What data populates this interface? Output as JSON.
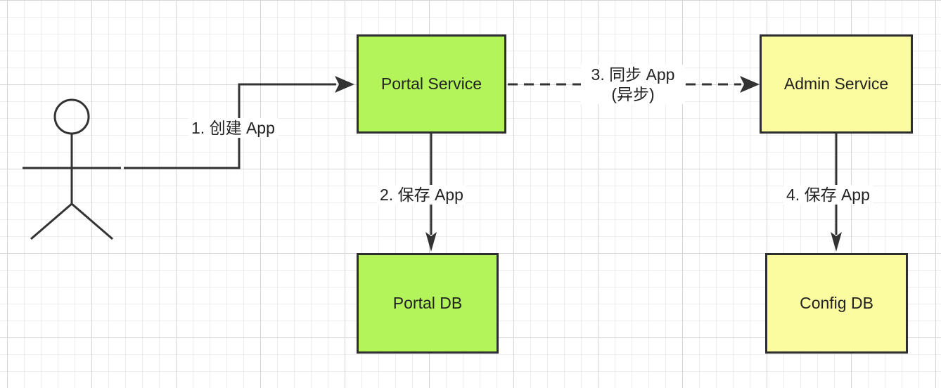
{
  "nodes": {
    "portal_service": {
      "label": "Portal Service",
      "fill": "#b2f45a"
    },
    "admin_service": {
      "label": "Admin Service",
      "fill": "#fbfb9f"
    },
    "portal_db": {
      "label": "Portal DB",
      "fill": "#b2f45a"
    },
    "config_db": {
      "label": "Config DB",
      "fill": "#fbfb9f"
    }
  },
  "edges": {
    "create_app": {
      "label": "1. 创建 App",
      "style": "solid"
    },
    "save_portal": {
      "label": "2. 保存 App",
      "style": "solid"
    },
    "sync_app": {
      "label_line1": "3. 同步 App",
      "label_line2": "(异步)",
      "style": "dashed"
    },
    "save_config": {
      "label": "4. 保存 App",
      "style": "solid"
    }
  },
  "actor": {
    "icon": "stick-figure-actor-icon"
  }
}
